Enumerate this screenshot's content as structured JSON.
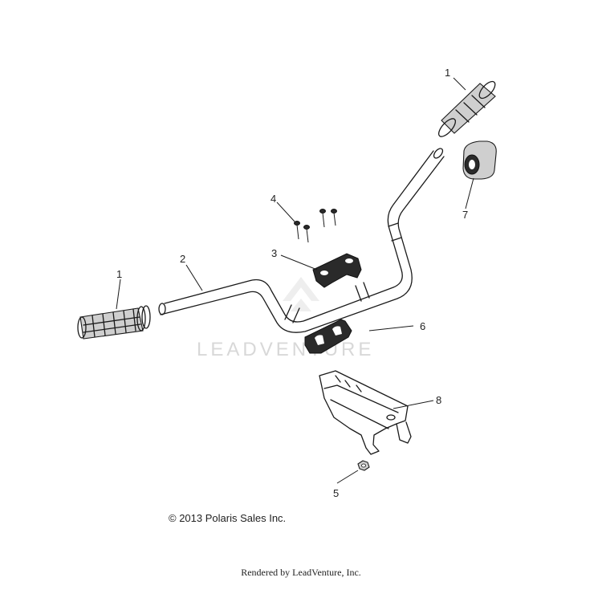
{
  "diagram": {
    "callouts": [
      "1",
      "2",
      "3",
      "4",
      "7",
      "6",
      "8",
      "5",
      "1"
    ],
    "watermark": "LEADVENTURE"
  },
  "copyright": "© 2013 Polaris Sales Inc.",
  "rendered_by": "Rendered by LeadVenture, Inc."
}
